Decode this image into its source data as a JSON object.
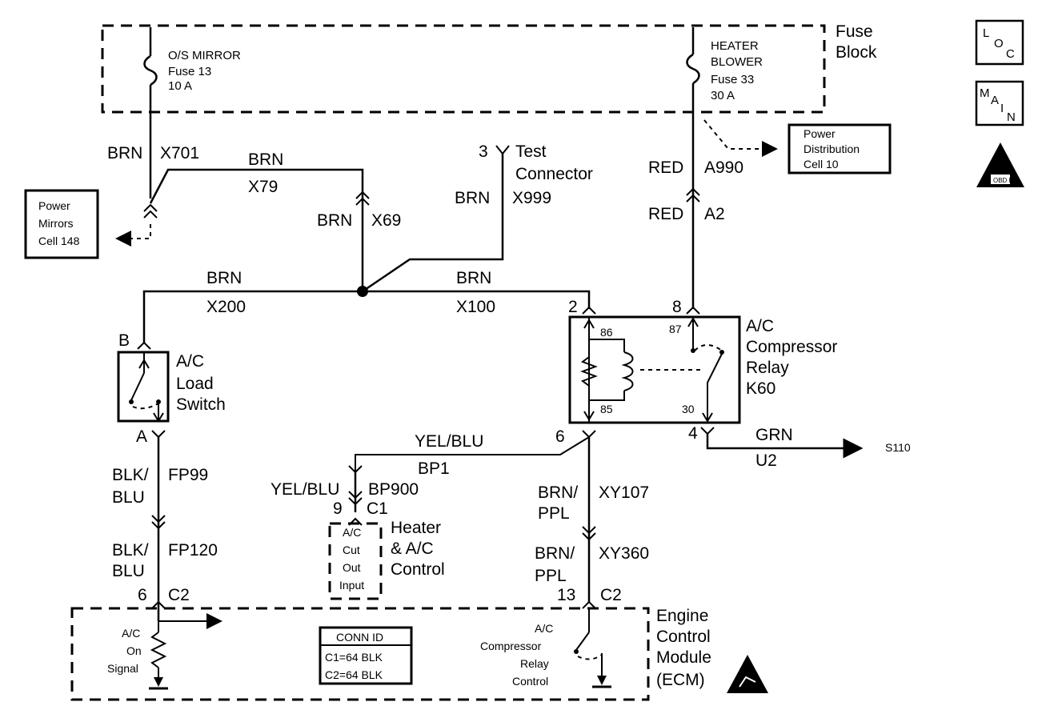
{
  "nav_icons": {
    "loc": [
      "L",
      "O",
      "C"
    ],
    "main": [
      "M",
      "A",
      "I",
      "N"
    ],
    "obd": "OBD II"
  },
  "fuse_block": {
    "label": [
      "Fuse",
      "Block"
    ],
    "fuse13": [
      "O/S MIRROR",
      "Fuse 13",
      "10 A"
    ],
    "fuse33": [
      "HEATER",
      "BLOWER",
      "Fuse 33",
      "30 A"
    ]
  },
  "wires": {
    "x701": [
      "BRN",
      "X701"
    ],
    "x79": [
      "BRN",
      "X79"
    ],
    "x69": [
      "BRN",
      "X69"
    ],
    "x999": [
      "BRN",
      "X999"
    ],
    "x200": [
      "BRN",
      "X200"
    ],
    "x100": [
      "BRN",
      "X100"
    ],
    "a990": [
      "RED",
      "A990"
    ],
    "a2": [
      "RED",
      "A2"
    ],
    "fp99": [
      "BLK/",
      "BLU",
      "FP99"
    ],
    "fp120": [
      "BLK/",
      "BLU",
      "FP120"
    ],
    "bp1": [
      "YEL/BLU",
      "BP1"
    ],
    "bp900": [
      "YEL/BLU",
      "BP900"
    ],
    "xy107": [
      "BRN/",
      "PPL",
      "XY107"
    ],
    "xy360": [
      "BRN/",
      "PPL",
      "XY360"
    ],
    "u2": [
      "GRN",
      "U2"
    ]
  },
  "test_connector": {
    "pin": "3",
    "label": [
      "Test",
      "Connector"
    ]
  },
  "power_mirrors": [
    "Power",
    "Mirrors",
    "Cell 148"
  ],
  "power_distribution": [
    "Power",
    "Distribution",
    "Cell 10"
  ],
  "load_switch": {
    "label": [
      "A/C",
      "Load",
      "Switch"
    ],
    "pin_top": "B",
    "pin_bottom": "A"
  },
  "relay": {
    "label": [
      "A/C",
      "Compressor",
      "Relay",
      "K60"
    ],
    "terminals": {
      "t86": "86",
      "t85": "85",
      "t87": "87",
      "t30": "30"
    },
    "pins": {
      "p2": "2",
      "p8": "8",
      "p6": "6",
      "p4": "4"
    }
  },
  "s110": "S110",
  "hvac_control": {
    "label": [
      "Heater",
      "& A/C",
      "Control"
    ],
    "inner": [
      "A/C",
      "Cut",
      "Out",
      "Input"
    ],
    "pin": "9",
    "connector": "C1"
  },
  "ecm": {
    "label": [
      "Engine",
      "Control",
      "Module",
      "(ECM)"
    ],
    "pin6": "6",
    "pin6_conn": "C2",
    "pin13": "13",
    "pin13_conn": "C2",
    "ac_on_signal": [
      "A/C",
      "On",
      "Signal"
    ],
    "relay_control": [
      "A/C",
      "Compressor",
      "Relay",
      "Control"
    ],
    "conn_id": {
      "title": "CONN ID",
      "c1": "C1=64 BLK",
      "c2": "C2=64 BLK"
    }
  }
}
